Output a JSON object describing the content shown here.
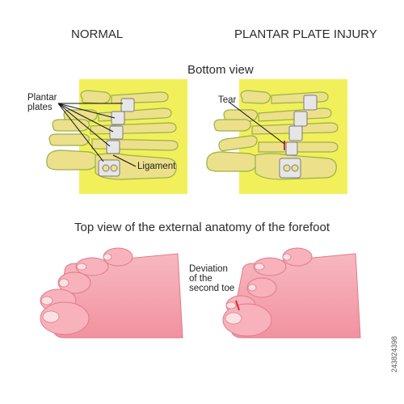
{
  "headings": {
    "normal": "NORMAL",
    "injury": "PLANTAR PLATE INJURY",
    "bottom_view": "Bottom view",
    "top_view": "Top view of the external anatomy of the forefoot"
  },
  "annotations": {
    "plantar_plates_line1": "Plantar",
    "plantar_plates_line2": "plates",
    "ligament": "Ligament",
    "tear": "Tear",
    "deviation_line1": "Deviation",
    "deviation_line2": "of the",
    "deviation_line3": "second toe"
  },
  "stock_id": "243824398",
  "colors": {
    "bone_fill": "#ece08a",
    "bone_outline": "#9bb04a",
    "background_tissue": "#f2f05a",
    "plate_fill": "#e6e6e6",
    "skin": "#f4a6b0",
    "tear_mark": "#d23030"
  }
}
